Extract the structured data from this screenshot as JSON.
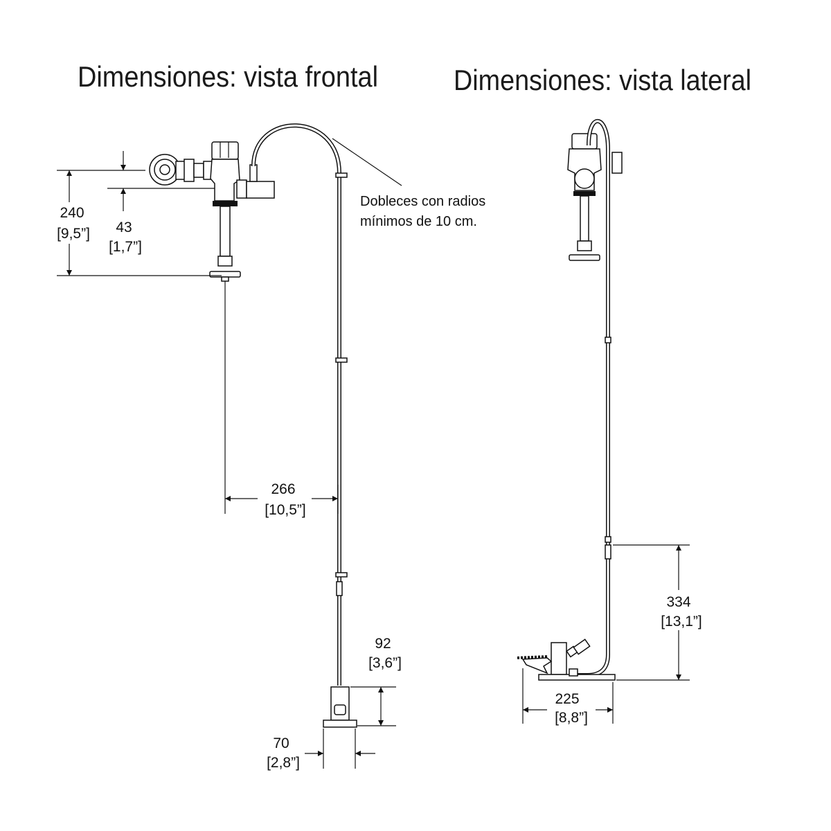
{
  "front_view": {
    "title": "Dimensiones: vista frontal",
    "dim_height_total": {
      "mm": "240",
      "in": "[9,5”]"
    },
    "dim_inlet_offset": {
      "mm": "43",
      "in": "[1,7”]"
    },
    "dim_horizontal": {
      "mm": "266",
      "in": "[10,5”]"
    },
    "dim_pedal_height": {
      "mm": "92",
      "in": "[3,6”]"
    },
    "dim_pedal_width": {
      "mm": "70",
      "in": "[2,8”]"
    },
    "note_line1": "Dobleces con radios",
    "note_line2": "mínimos de 10 cm."
  },
  "side_view": {
    "title": "Dimensiones: vista lateral",
    "dim_pedal_height": {
      "mm": "334",
      "in": "[13,1”]"
    },
    "dim_pedal_depth": {
      "mm": "225",
      "in": "[8,8”]"
    }
  }
}
